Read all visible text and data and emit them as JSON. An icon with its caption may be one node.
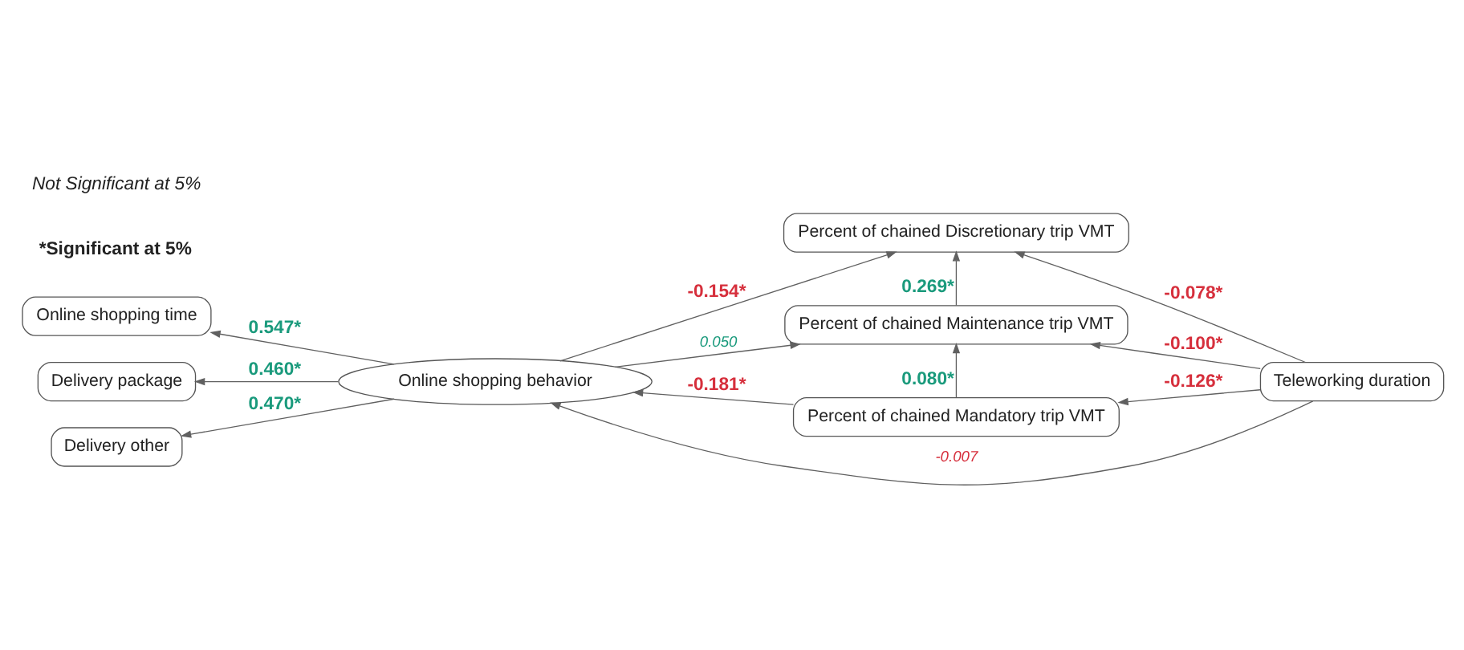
{
  "diagram": {
    "nodes": [
      {
        "text": [
          "Online shopping time"
        ]
      },
      {
        "text": [
          "Delivery package"
        ]
      },
      {
        "text": [
          "Delivery other"
        ]
      },
      {
        "text": [
          "Online shopping behavior"
        ]
      },
      {
        "text": [
          "Percent of chained Discretionary trip VMT"
        ]
      },
      {
        "text": [
          "Percent of chained Maintenance trip VMT"
        ]
      },
      {
        "text": [
          "Percent of chained Mandatory trip VMT"
        ]
      },
      {
        "text": [
          "Teleworking duration"
        ]
      }
    ],
    "edges": [
      {
        "from": 3,
        "to": 0,
        "arrow": "to",
        "label": "0.547*"
      },
      {
        "from": 3,
        "to": 1,
        "arrow": "to",
        "label": "0.460*"
      },
      {
        "from": 3,
        "to": 2,
        "arrow": "to",
        "label": "0.470*"
      },
      {
        "from": 3,
        "to": 4,
        "arrow": "to",
        "label": "-0.154*"
      },
      {
        "from": 3,
        "to": 5,
        "arrow": "to",
        "label": "0.050"
      },
      {
        "from": 6,
        "to": 3,
        "arrow": "to",
        "label": "-0.181*"
      },
      {
        "from": 5,
        "to": 4,
        "arrow": "to",
        "label": "0.269*"
      },
      {
        "from": 6,
        "to": 5,
        "arrow": "to",
        "label": "0.080*"
      },
      {
        "from": 7,
        "to": 4,
        "arrow": "to",
        "label": "-0.078*"
      },
      {
        "from": 7,
        "to": 5,
        "arrow": "to",
        "label": "-0.100*"
      },
      {
        "from": 7,
        "to": 6,
        "arrow": "to",
        "label": "-0.126*"
      },
      {
        "from": 7,
        "to": 3,
        "arrow": "to",
        "label": "-0.007"
      }
    ],
    "labels": [
      "*Significant at 5%",
      "Not Significant at 5%"
    ]
  }
}
